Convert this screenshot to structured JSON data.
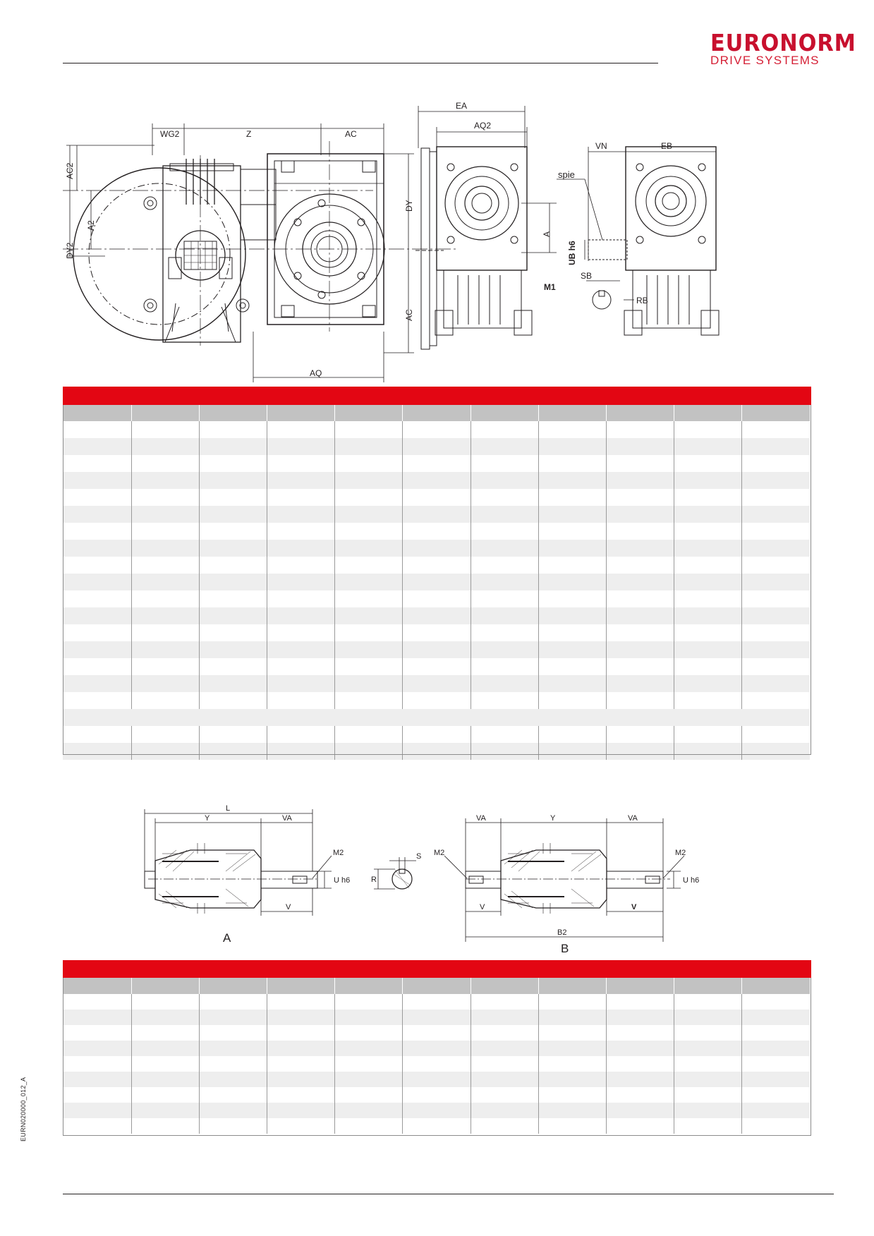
{
  "brand": {
    "name": "EURONORM",
    "tagline": "DRIVE SYSTEMS",
    "color": "#c8102e"
  },
  "doc_code": "EURN020000_012_A",
  "drawing_top": {
    "labels": [
      "WG2",
      "Z",
      "AC",
      "AC2",
      "A2",
      "DY2",
      "DY",
      "AC",
      "AQ",
      "EA",
      "AQ2",
      "A",
      "VN",
      "EB",
      "spie",
      "UB h6",
      "M1",
      "SB",
      "RB"
    ]
  },
  "drawing_bottom": {
    "view_a": {
      "caption": "A",
      "labels": [
        "L",
        "Y",
        "VA",
        "M2",
        "U h6",
        "V"
      ]
    },
    "key": {
      "labels": [
        "S",
        "R"
      ]
    },
    "view_b": {
      "caption": "B",
      "labels": [
        "VA",
        "Y",
        "VA",
        "M2",
        "M2",
        "U h6",
        "V",
        "V",
        "B2"
      ]
    }
  },
  "table1": {
    "columns": 11,
    "rows": 20,
    "full_width_rows": [
      17
    ]
  },
  "table2": {
    "columns": 11,
    "rows": 9
  },
  "colors": {
    "header_bar": "#e30613",
    "header_row": "#c2c2c2",
    "alt_row": "#eeeeee"
  }
}
